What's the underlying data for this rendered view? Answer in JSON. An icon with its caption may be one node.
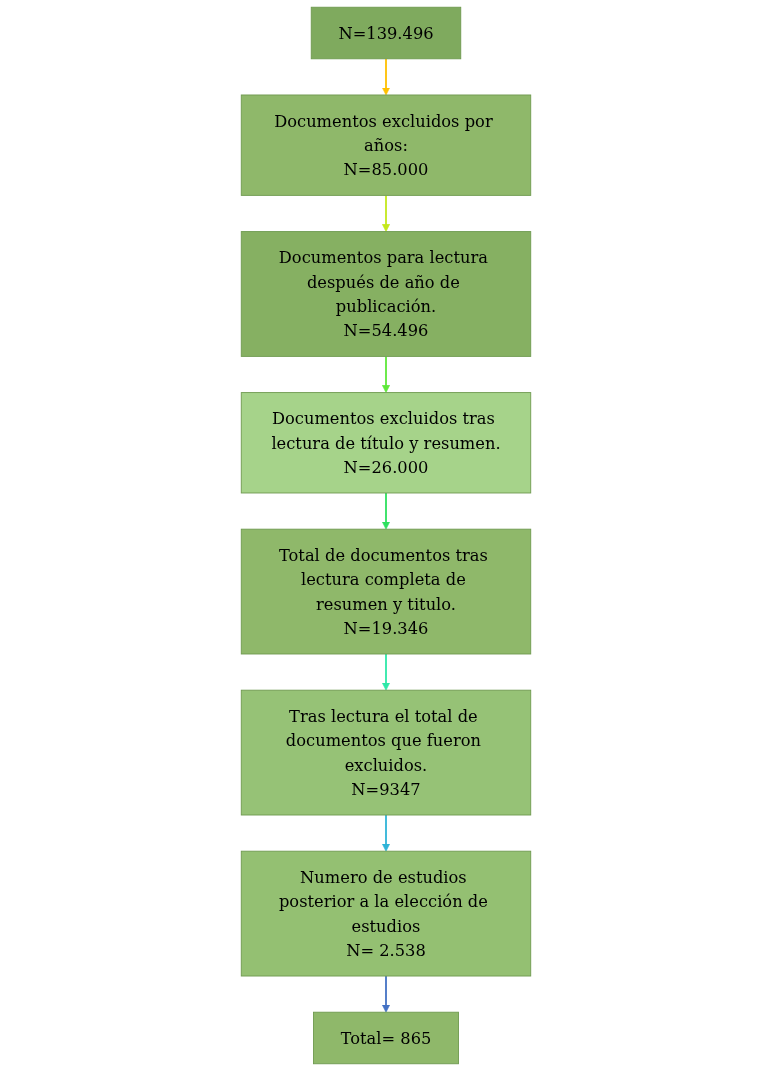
{
  "diagram": {
    "nodes": [
      {
        "text": [
          "N=139.496"
        ]
      },
      {
        "text": [
          "Documentos excluidos por años:",
          "N=85.000"
        ]
      },
      {
        "text": [
          "Documentos para lectura después de año de publicación.",
          "N=54.496"
        ]
      },
      {
        "text": [
          "Documentos excluidos tras lectura de título y resumen.",
          "N=26.000"
        ]
      },
      {
        "text": [
          "Total de documentos tras lectura completa de resumen y titulo.",
          "N=19.346"
        ]
      },
      {
        "text": [
          "Tras lectura el total de documentos que fueron excluidos.",
          "N=9347"
        ]
      },
      {
        "text": [
          "Numero de estudios posterior a la elección de estudios",
          "N= 2.538"
        ]
      },
      {
        "text": [
          "Total= 865"
        ]
      }
    ],
    "edges": [
      {
        "from": 0,
        "to": 1,
        "arrow": "to",
        "color": "#ffc000"
      },
      {
        "from": 1,
        "to": 2,
        "arrow": "to",
        "color": "#c4e81c"
      },
      {
        "from": 2,
        "to": 3,
        "arrow": "to",
        "color": "#5ee83a"
      },
      {
        "from": 3,
        "to": 4,
        "arrow": "to",
        "color": "#2ee05e"
      },
      {
        "from": 4,
        "to": 5,
        "arrow": "to",
        "color": "#2ee8a8"
      },
      {
        "from": 5,
        "to": 6,
        "arrow": "to",
        "color": "#30b4d8"
      },
      {
        "from": 6,
        "to": 7,
        "arrow": "to",
        "color": "#4472c4"
      }
    ]
  }
}
